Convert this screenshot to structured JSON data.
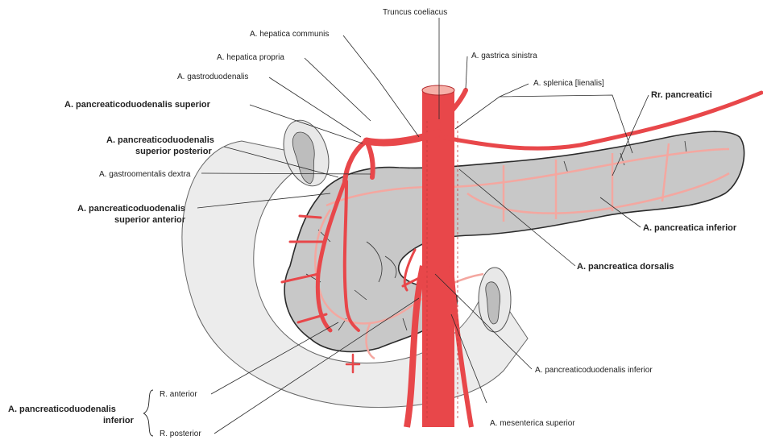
{
  "labels": {
    "truncus_coeliacus": "Truncus coeliacus",
    "hepatica_communis": "A. hepatica communis",
    "hepatica_propria": "A. hepatica propria",
    "gastroduodenalis": "A. gastroduodenalis",
    "gastrica_sinistra": "A. gastrica sinistra",
    "splenica": "A. splenica [lienalis]",
    "rr_pancreatici": "Rr. pancreatici",
    "pd_superior": "A. pancreaticoduodenalis superior",
    "pd_sup_post_1": "A. pancreaticoduodenalis",
    "pd_sup_post_2": "superior posterior",
    "gastroomentalis": "A. gastroomentalis dextra",
    "pd_sup_ant_1": "A. pancreaticoduodenalis",
    "pd_sup_ant_2": "superior anterior",
    "pancreatica_inferior": "A. pancreatica inferior",
    "pancreatica_dorsalis": "A. pancreatica dorsalis",
    "pd_inferior_right": "A. pancreaticoduodenalis inferior",
    "mesenterica_superior": "A. mesenterica superior",
    "pd_inf_1": "A. pancreaticoduodenalis",
    "pd_inf_2": "inferior",
    "r_anterior": "R. anterior",
    "r_posterior": "R. posterior"
  },
  "colors": {
    "artery": "#e8474a",
    "artery_pale": "#f4a7a0",
    "pancreas": "#c9c9c9",
    "duodenum": "#ebebeb",
    "outline": "#333333"
  }
}
